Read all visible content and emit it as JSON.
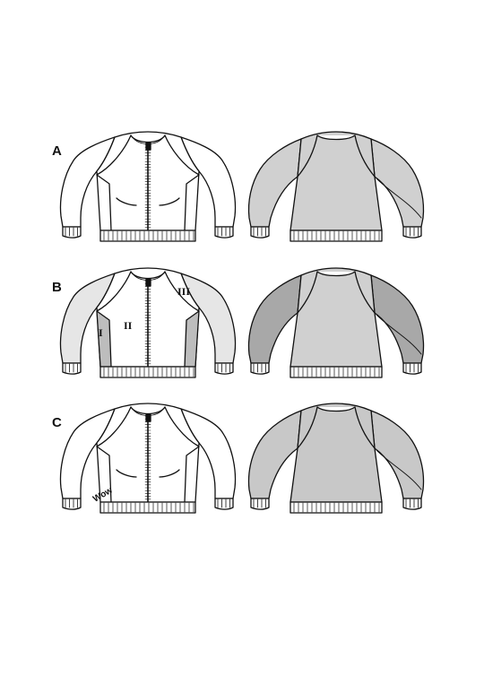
{
  "variants": [
    {
      "label": "A",
      "front": {
        "body_fill": "#ffffff",
        "sleeve_fill": "#ffffff",
        "side_fill": "#ffffff",
        "has_side_panel": false,
        "has_pockets": true,
        "has_patch": false
      },
      "back": {
        "body_fill": "#d0d0d0",
        "sleeve_fill": "#d0d0d0"
      }
    },
    {
      "label": "B",
      "front": {
        "body_fill": "#ffffff",
        "sleeve_fill": "#e6e6e6",
        "side_fill": "#bdbdbd",
        "has_side_panel": true,
        "has_pockets": false,
        "has_patch": false
      },
      "back": {
        "body_fill": "#d0d0d0",
        "sleeve_fill": "#a8a8a8"
      },
      "annotations": [
        "I",
        "II",
        "III"
      ]
    },
    {
      "label": "C",
      "front": {
        "body_fill": "#ffffff",
        "sleeve_fill": "#ffffff",
        "side_fill": "#ffffff",
        "has_side_panel": false,
        "has_pockets": true,
        "has_patch": true
      },
      "back": {
        "body_fill": "#c8c8c8",
        "sleeve_fill": "#c8c8c8"
      },
      "patch_text": "Wow"
    }
  ],
  "colors": {
    "outline": "#111111",
    "back_grey": "#d0d0d0",
    "dark_grey": "#a8a8a8"
  }
}
